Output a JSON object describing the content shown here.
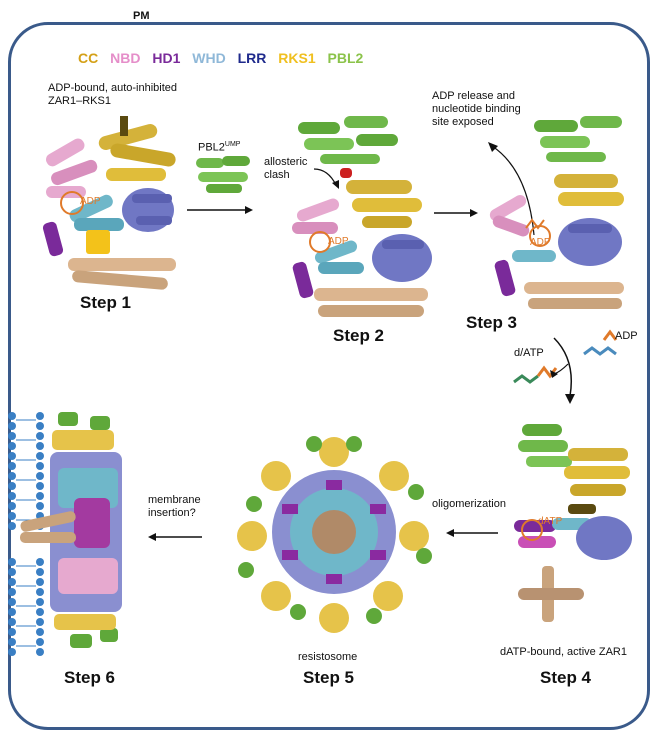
{
  "plasma_membrane_label": "PM",
  "legend": [
    {
      "label": "CC",
      "color": "#d4a017"
    },
    {
      "label": "NBD",
      "color": "#e58ec9"
    },
    {
      "label": "HD1",
      "color": "#7a2a9a"
    },
    {
      "label": "WHD",
      "color": "#8fb8d8"
    },
    {
      "label": "LRR",
      "color": "#1f2a8c"
    },
    {
      "label": "RKS1",
      "color": "#f0c020"
    },
    {
      "label": "PBL2",
      "color": "#8bc34a"
    }
  ],
  "step1": {
    "caption": "ADP-bound, auto-inhibited",
    "caption2": "ZAR1–RKS1",
    "label": "Step 1",
    "ligand": "ADP"
  },
  "pbl2_label": "PBL2",
  "pbl2_sup": "UMP",
  "clash_label": "allosteric\nclash",
  "step2": {
    "label": "Step 2",
    "ligand": "ADP"
  },
  "step3": {
    "caption": "ADP release and\nnucleotide binding\nsite exposed",
    "label": "Step 3",
    "ligand": "ADP"
  },
  "exchange": {
    "datp": "d/ATP",
    "adp": "ADP"
  },
  "step4": {
    "caption": "dATP-bound, active ZAR1",
    "label": "Step 4",
    "ligand": "dATP"
  },
  "oligomerization_label": "oligomerization",
  "step5": {
    "caption": "resistosome",
    "label": "Step 5"
  },
  "membrane_label": "membrane\ninsertion?",
  "step6": {
    "label": "Step 6"
  },
  "colors": {
    "cc": "#d4a017",
    "nbd": "#e58ec9",
    "hd1": "#7a2a9a",
    "whd": "#8fb8d8",
    "lrr": "#6a74c4",
    "rks1": "#f0c020",
    "pbl2": "#5fa83a",
    "tan": "#d9b48f",
    "brown": "#9a7456",
    "frame": "#3a5a8a"
  }
}
